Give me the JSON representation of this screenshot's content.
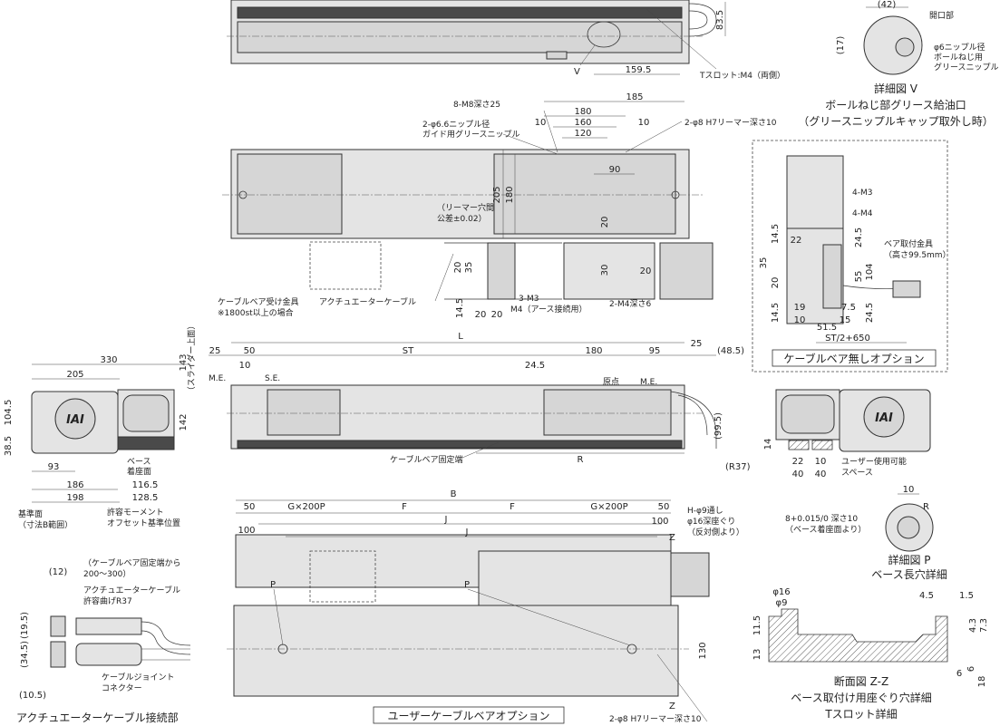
{
  "top_view": {
    "dims": {
      "h": "83.5",
      "w": "159.5"
    },
    "callouts": {
      "v": "V",
      "tslot": "Tスロット:M4（両側）"
    }
  },
  "detail_v": {
    "dims": {
      "w": "(42)",
      "h": "(17)"
    },
    "labels": {
      "opening": "開口部",
      "nipple": [
        "φ6ニップル径",
        "ボールねじ用",
        "グリースニップル"
      ]
    },
    "captions": [
      "詳細図 V",
      "ボールねじ部グリース給油口",
      "（グリースニップルキャップ取外し時）"
    ]
  },
  "plan_view": {
    "dims": {
      "d185": "185",
      "d180": "180",
      "d160": "160",
      "d120": "120",
      "d10a": "10",
      "d10b": "10",
      "d90": "90",
      "d205": "205",
      "d180v": "180",
      "d20a": "20",
      "d30": "30",
      "d20b": "20",
      "d20c": "20",
      "d35": "35",
      "d20d": "20",
      "d14_5": "14.5",
      "d20e": "20"
    },
    "labels": {
      "m8": "8-M8深さ25",
      "nipple66": [
        "2-φ6.6ニップル径",
        "ガイド用グリースニップル"
      ],
      "reamer": "2-φ8 H7リーマー深さ10",
      "reamer_pitch": [
        "（リーマー穴間",
        "公差±0.02）"
      ],
      "m3": "3-M3",
      "m4earth": "M4（アース接続用）",
      "m4d6": "2-M4深さ6",
      "cable_bracket": [
        "ケーブルベア受け金具",
        "※1800st以上の場合"
      ],
      "actuator_cable": "アクチュエーターケーブル"
    }
  },
  "no_cable_option": {
    "dims": {
      "d14_5a": "14.5",
      "d35": "35",
      "d20a": "20",
      "d14_5b": "14.5",
      "d22": "22",
      "d24_5a": "24.5",
      "d55": "55",
      "d104": "104",
      "d24_5b": "24.5",
      "d19": "19",
      "d7_5": "7.5",
      "d10": "10",
      "d51_5": "51.5",
      "d15": "15",
      "dst": "ST/2+650"
    },
    "labels": {
      "m3": "4-M3",
      "m4": "4-M4",
      "bracket": [
        "ベア取付金具",
        "（高さ99.5mm）"
      ]
    },
    "caption": "ケーブルベア無しオプション"
  },
  "side_view": {
    "dims": {
      "l": "L",
      "d25a": "25",
      "d50": "50",
      "st": "ST",
      "d180": "180",
      "d95": "95",
      "d25b": "25",
      "d48_5": "(48.5)",
      "d10": "10",
      "d24_5": "24.5",
      "d99_5": "(99.5)",
      "r": "R",
      "r37": "(R37)"
    },
    "labels": {
      "me1": "M.E.",
      "se": "S.E.",
      "origin": "原点",
      "me2": "M.E.",
      "fixed_end": "ケーブルベア固定端",
      "slider_top": "（スライダー上面）"
    }
  },
  "end_view": {
    "dims": {
      "d330": "330",
      "d205": "205",
      "d143": "143",
      "d104_5": "104.5",
      "d142": "142",
      "d38_5": "38.5",
      "d93": "93",
      "d186": "186",
      "d198": "198",
      "d116_5": "116.5",
      "d128_5": "128.5"
    },
    "labels": {
      "base_surface": [
        "ベース",
        "着座面"
      ],
      "ref_plane": [
        "基準面",
        "（寸法B範囲）"
      ],
      "moment": [
        "許容モーメント",
        "オフセット基準位置"
      ]
    },
    "logo": "IAI"
  },
  "right_end_view": {
    "dims": {
      "d14": "14",
      "d22": "22",
      "d10": "10",
      "d40a": "40",
      "d40b": "40"
    },
    "labels": {
      "user_space": [
        "ユーザー使用可能",
        "スペース"
      ]
    },
    "logo": "IAI"
  },
  "base_view": {
    "dims": {
      "b": "B",
      "d50a": "50",
      "g200a": "G×200P",
      "fa": "F",
      "fb": "F",
      "g200b": "G×200P",
      "d50b": "50",
      "d100a": "100",
      "ja": "J",
      "d100b": "100",
      "jb": "J",
      "d130": "130"
    },
    "labels": {
      "h9": [
        "H-φ9通し",
        "φ16深座ぐり",
        "（反対側より）"
      ],
      "z1": "Z",
      "z2": "Z",
      "p1": "P",
      "p2": "P",
      "reamer": "2-φ8 H7リーマー深さ10"
    },
    "caption": "ユーザーケーブルベアオプション"
  },
  "detail_p": {
    "dims": {
      "d10": "10",
      "r": "R"
    },
    "labels": {
      "tol": "8+0.015/0 深さ10",
      "tol_note": "（ベース着座面より）"
    },
    "captions": [
      "詳細図 P",
      "ベース長穴詳細"
    ]
  },
  "section_zz": {
    "dims": {
      "d16": "φ16",
      "d9": "φ9",
      "d4_5": "4.5",
      "d1_5": "1.5",
      "d11_5": "11.5",
      "d13": "13",
      "d7_3": "7.3",
      "d4_3": "4.3",
      "d6": "6",
      "d18": "18",
      "d6b": "6"
    },
    "captions": [
      "断面図 Z-Z",
      "ベース取付け用座ぐり穴詳細",
      "Tスロット詳細"
    ]
  },
  "connector": {
    "dims": {
      "d12": "(12)",
      "d19_5": "(19.5)",
      "d34_5": "(34.5)",
      "d10_5": "(10.5)"
    },
    "labels": {
      "from_fixed": [
        "（ケーブルベア固定端から",
        "200～300）"
      ],
      "bend": [
        "アクチュエーターケーブル",
        "許容曲げR37"
      ],
      "joint": [
        "ケーブルジョイント",
        "コネクター"
      ]
    },
    "caption": "アクチュエーターケーブル接続部"
  }
}
